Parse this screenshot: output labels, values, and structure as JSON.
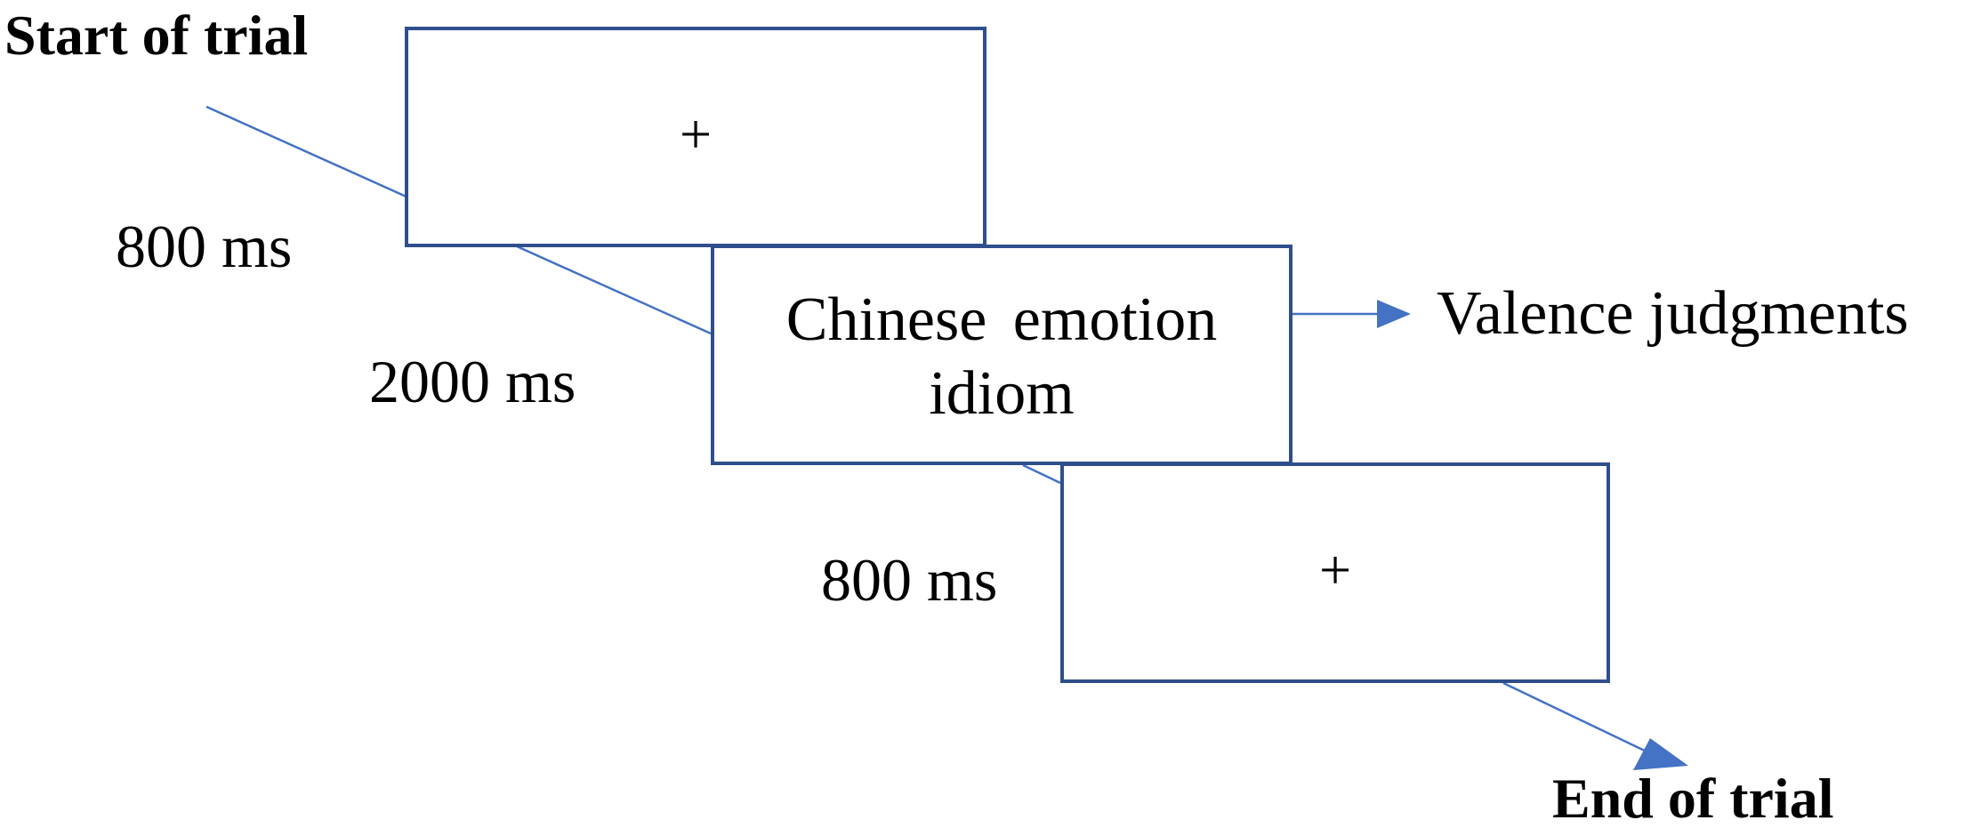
{
  "diagram": {
    "start_label": "Start of trial",
    "end_label": "End of trial",
    "screens": [
      {
        "content": "+"
      },
      {
        "content_lines": [
          "Chinese emotion",
          "idiom"
        ]
      },
      {
        "content": "+"
      }
    ],
    "durations": [
      "800 ms",
      "2000 ms",
      "800 ms"
    ],
    "response_label": "Valence judgments",
    "colors": {
      "line": "#4472c4",
      "box_border": "#2f4e8c",
      "text": "#000000"
    }
  }
}
